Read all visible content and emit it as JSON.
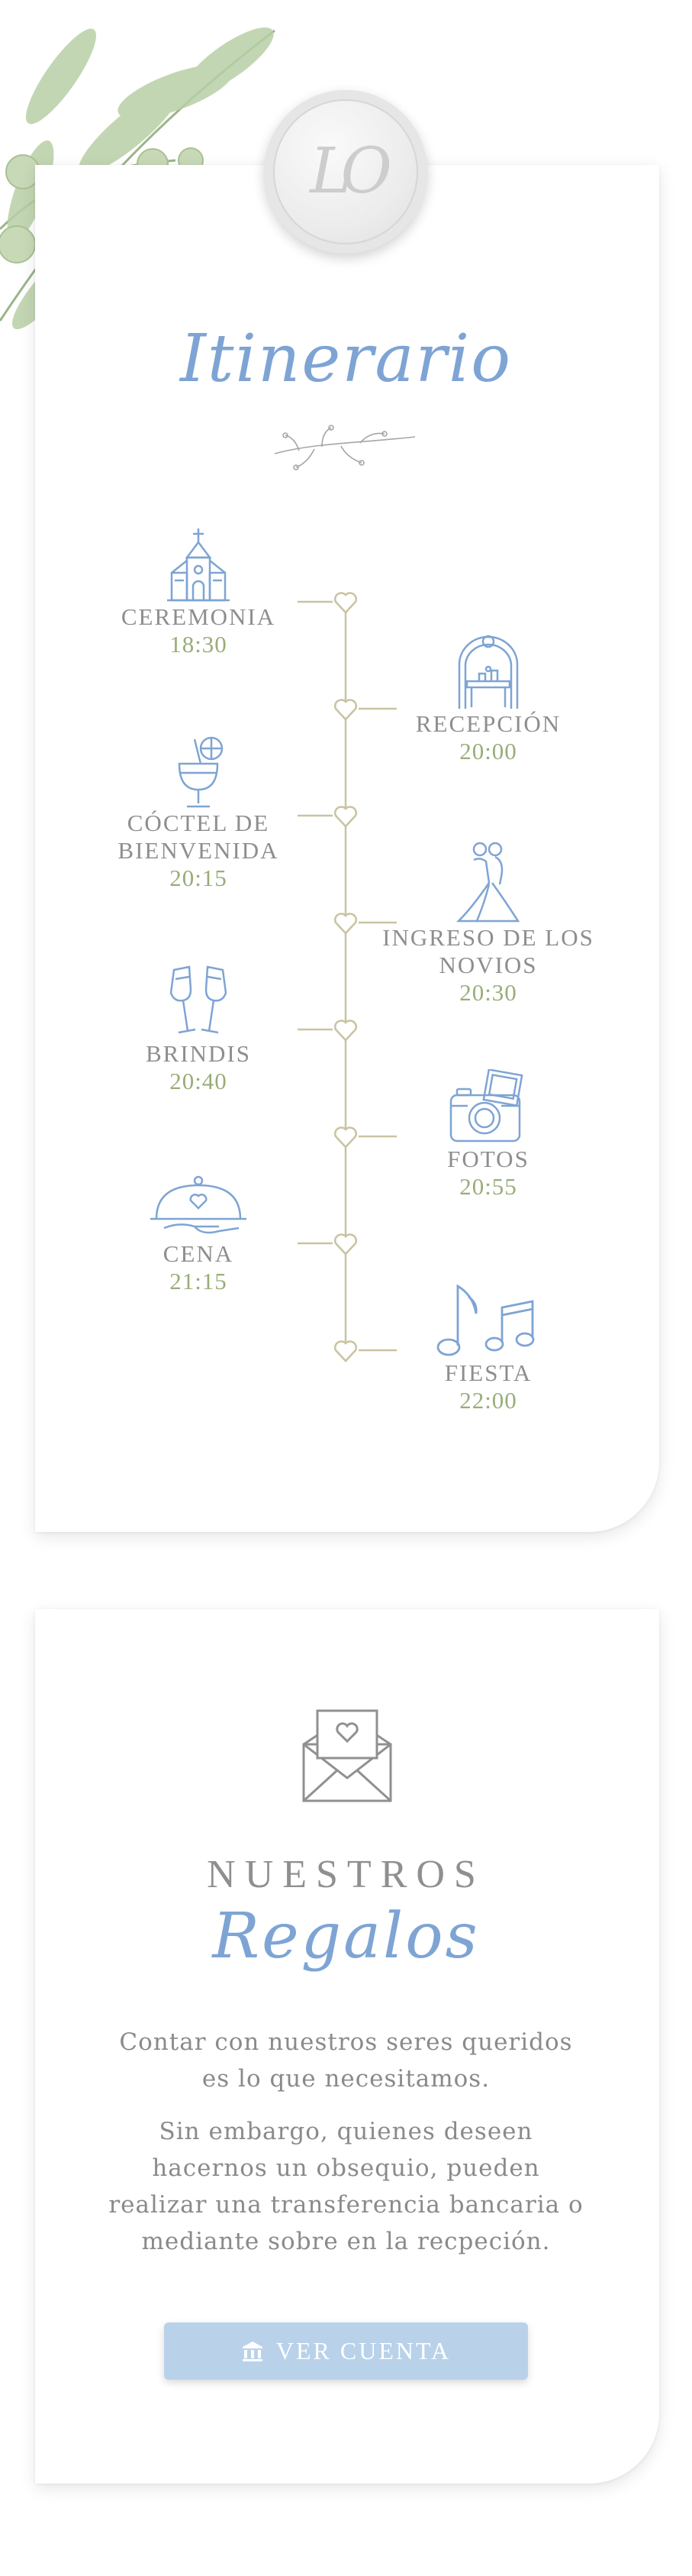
{
  "header": {
    "seal_monogram": "LO",
    "title": "Itinerario"
  },
  "timeline": {
    "events": [
      {
        "name": "CEREMONIA",
        "time": "18:30",
        "icon": "church-icon"
      },
      {
        "name": "RECEPCIÓN",
        "time": "20:00",
        "icon": "reception-table-icon"
      },
      {
        "name": "CÓCTEL DE BIENVENIDA",
        "time": "20:15",
        "icon": "cocktail-icon"
      },
      {
        "name": "INGRESO DE LOS NOVIOS",
        "time": "20:30",
        "icon": "couple-icon"
      },
      {
        "name": "BRINDIS",
        "time": "20:40",
        "icon": "toast-glasses-icon"
      },
      {
        "name": "FOTOS",
        "time": "20:55",
        "icon": "camera-icon"
      },
      {
        "name": "CENA",
        "time": "21:15",
        "icon": "cloche-icon"
      },
      {
        "name": "FIESTA",
        "time": "22:00",
        "icon": "music-notes-icon"
      }
    ],
    "colors": {
      "line": "#c9c3a1",
      "icon": "#7ea4d4",
      "name": "#8e8e8e",
      "time": "#98ad78"
    }
  },
  "gifts": {
    "icon": "envelope-heart-icon",
    "heading": "NUESTROS",
    "script": "Regalos",
    "paragraph_1": "Contar con nuestros seres queridos es lo que necesitamos.",
    "paragraph_2": "Sin embargo, quienes deseen hacernos un obsequio, pueden realizar una transferencia bancaria o mediante sobre en la recpeción.",
    "button_label": "VER CUENTA",
    "button_icon": "bank-icon",
    "button_color": "#b9d2ea"
  }
}
